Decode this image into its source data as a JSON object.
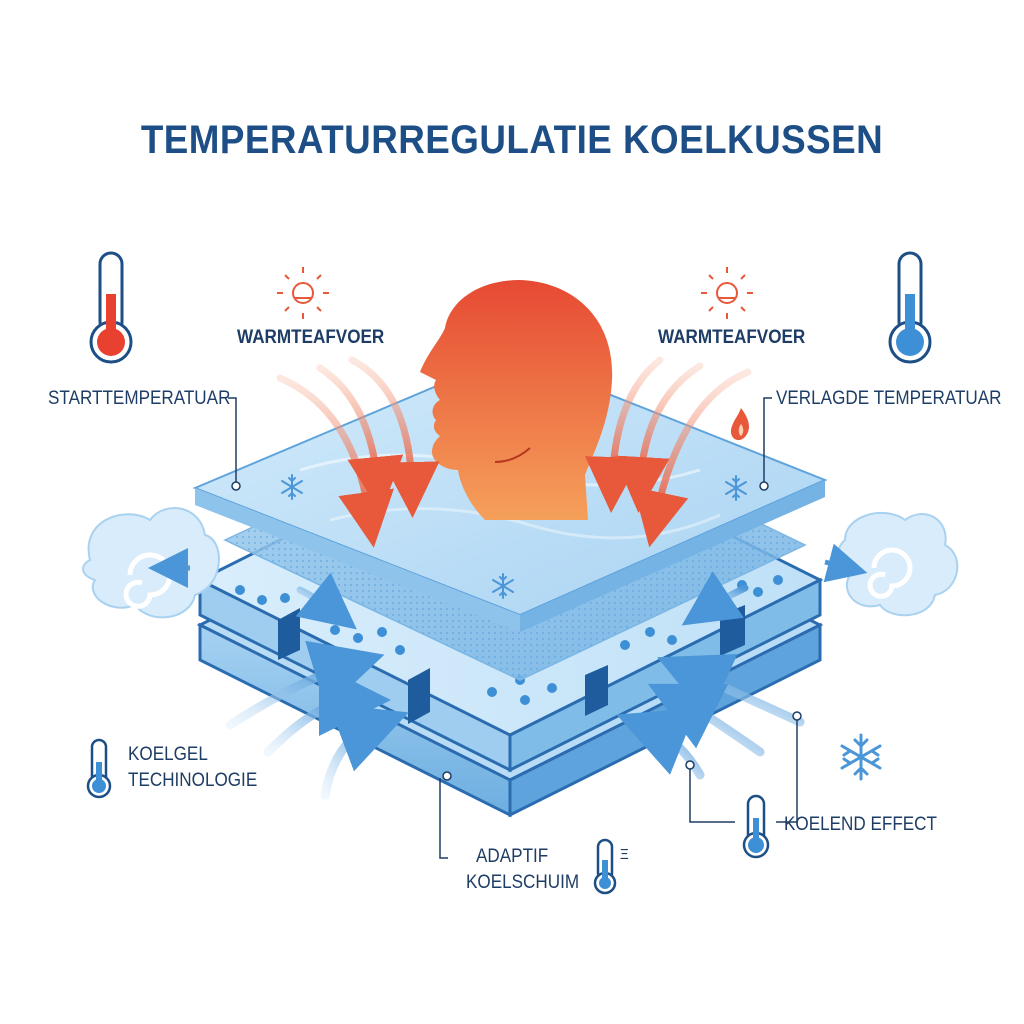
{
  "title": "TEMPERATURREGULATIE KOELKUSSEN",
  "labels": {
    "heat_left": "WARMTEAFVOER",
    "heat_right": "WARMTEAFVOER",
    "start_temp": "STARTTEMPERATUAR",
    "lowered_temp": "VERLAGDE TEMPERATUAR",
    "gel_line1": "KOELGEL",
    "gel_line2": "TECHINOLOGIE",
    "foam_line1": "ADAPTIF",
    "foam_line2": "KOELSCHUIM",
    "cooling": "KOELEND EFFECT",
    "small_mark": "Ξ"
  },
  "colors": {
    "title": "#1d4f86",
    "label": "#1e3d66",
    "heat": "#e8583a",
    "cool": "#3d8fd6",
    "layer_top": "#bfe0f7",
    "layer_dark": "#2b6cb0"
  },
  "icons": [
    "thermometer-hot-icon",
    "thermometer-cold-icon",
    "sun-icon",
    "snowflake-icon",
    "flame-icon",
    "air-swirl-icon",
    "head-icon"
  ]
}
